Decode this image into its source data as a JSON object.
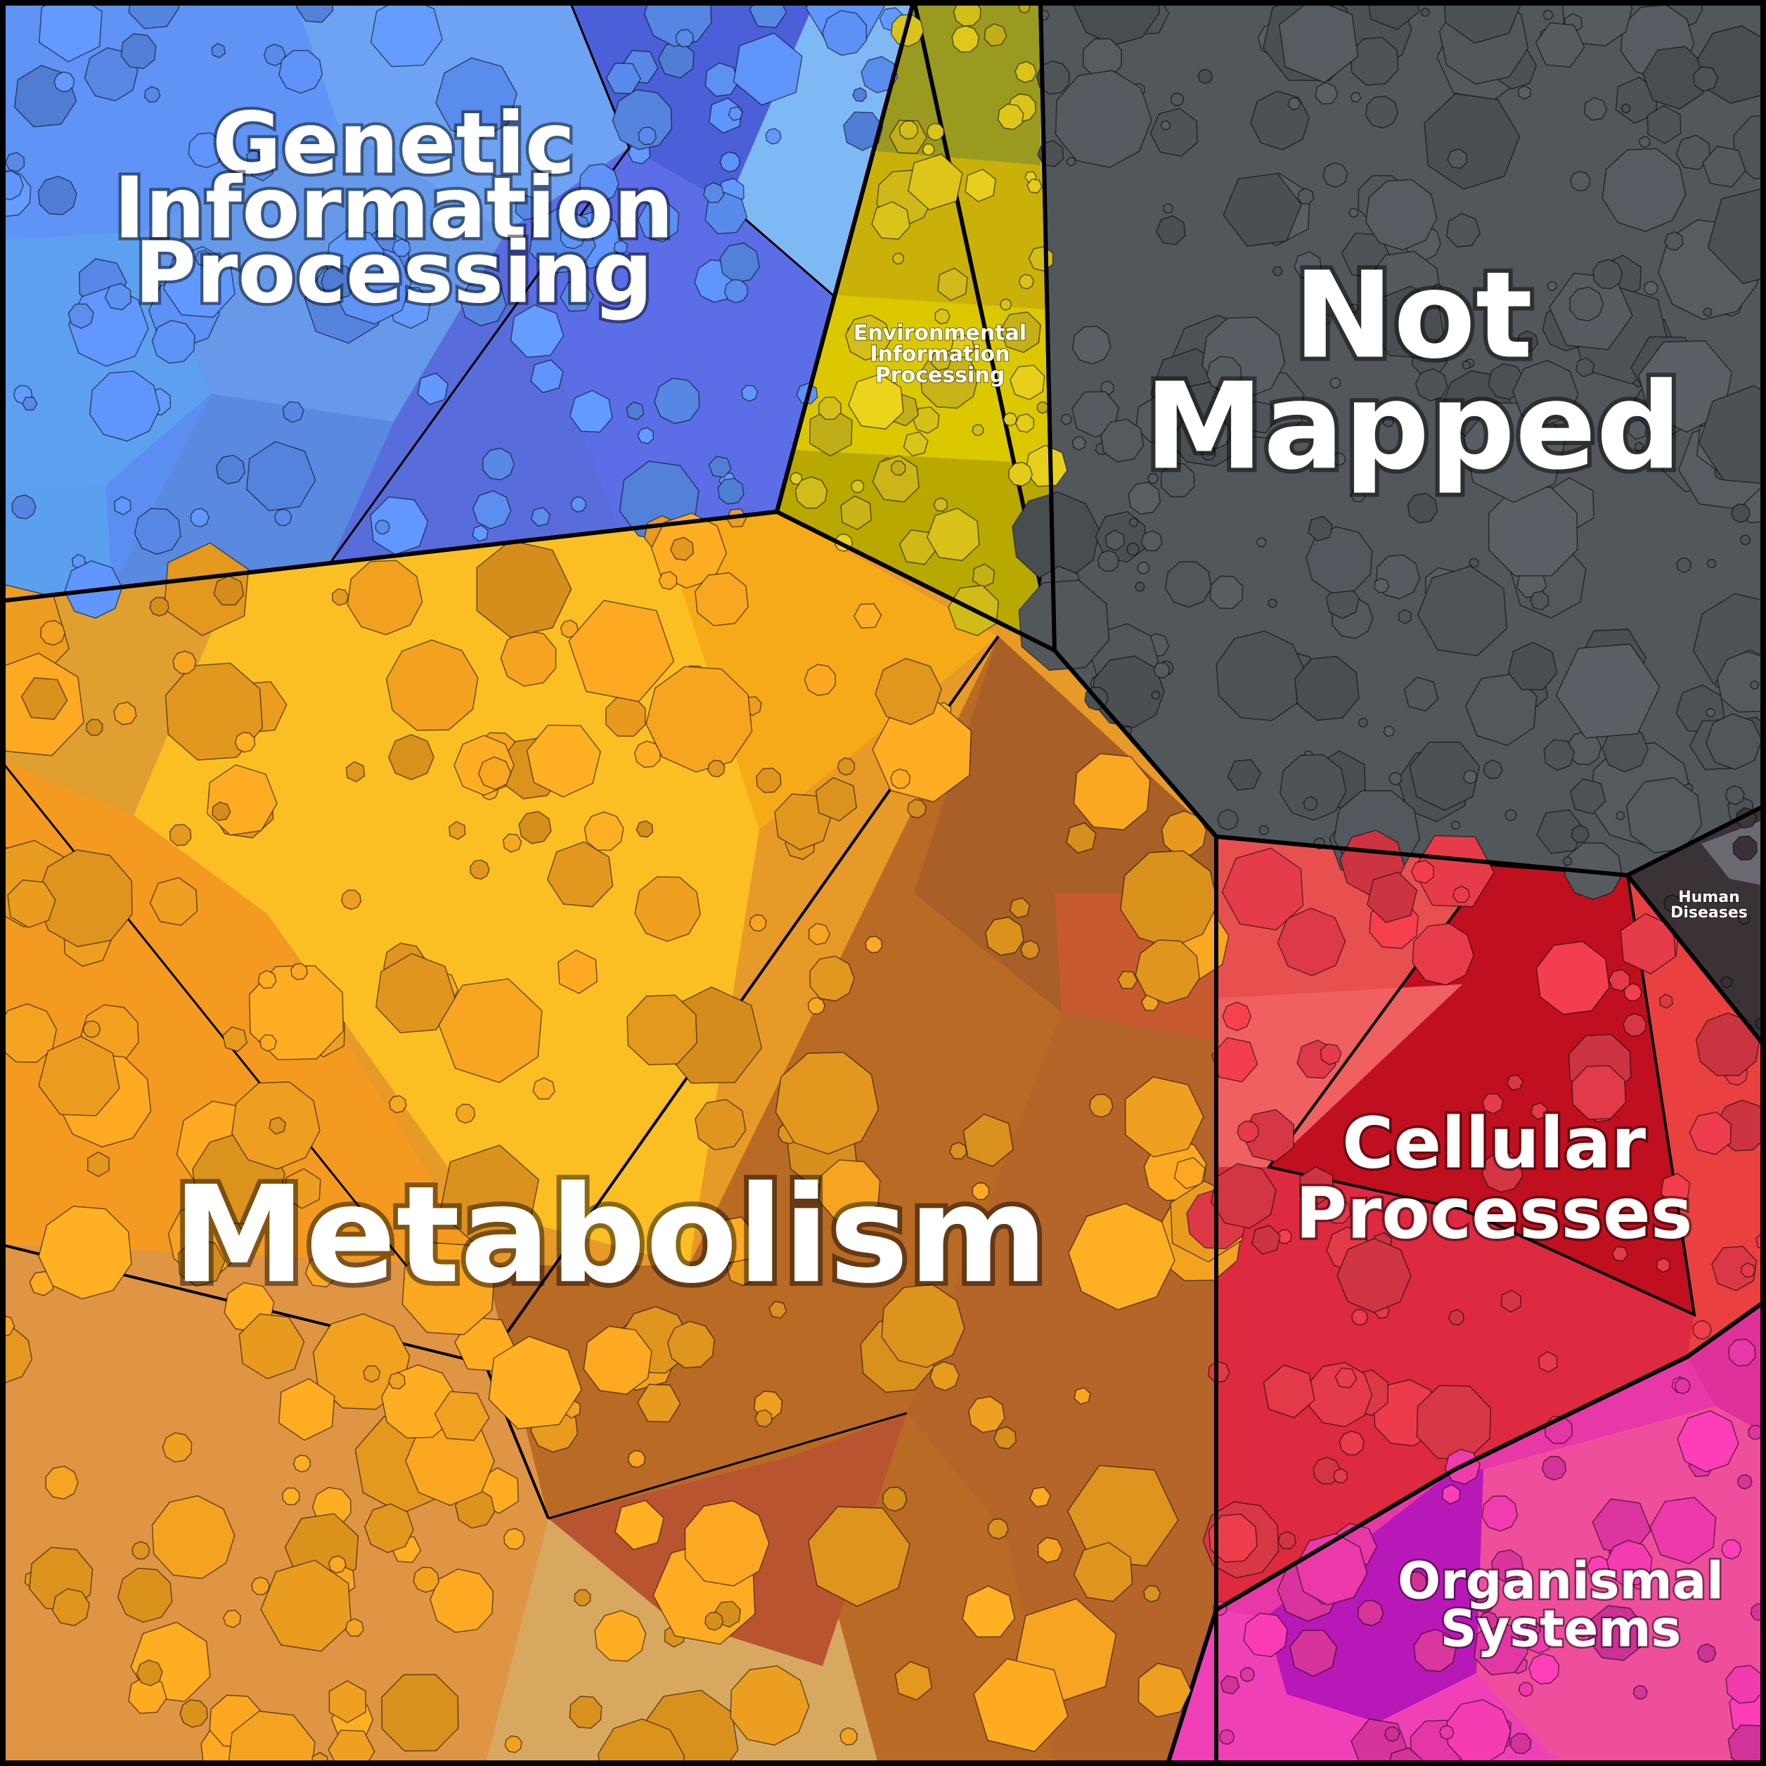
{
  "chart_data": {
    "type": "voronoi-treemap",
    "categories": [
      {
        "name": "Genetic Information Processing",
        "lines": [
          "Genetic",
          "Information",
          "Processing"
        ],
        "color": "#5b8ef0"
      },
      {
        "name": "Environmental Information Processing",
        "lines": [
          "Environmental",
          "Information",
          "Processing"
        ],
        "color": "#d9c21a"
      },
      {
        "name": "Not Mapped",
        "lines": [
          "Not",
          "Mapped"
        ],
        "color": "#52575c"
      },
      {
        "name": "Metabolism",
        "lines": [
          "Metabolism"
        ],
        "color": "#f0a020"
      },
      {
        "name": "Cellular Processes",
        "lines": [
          "Cellular",
          "Processes"
        ],
        "color": "#e33a48"
      },
      {
        "name": "Human Diseases",
        "lines": [
          "Human",
          "Diseases"
        ],
        "color": "#3b3238"
      },
      {
        "name": "Organismal Systems",
        "lines": [
          "Organismal",
          "Systems"
        ],
        "color": "#e838a8"
      }
    ]
  }
}
